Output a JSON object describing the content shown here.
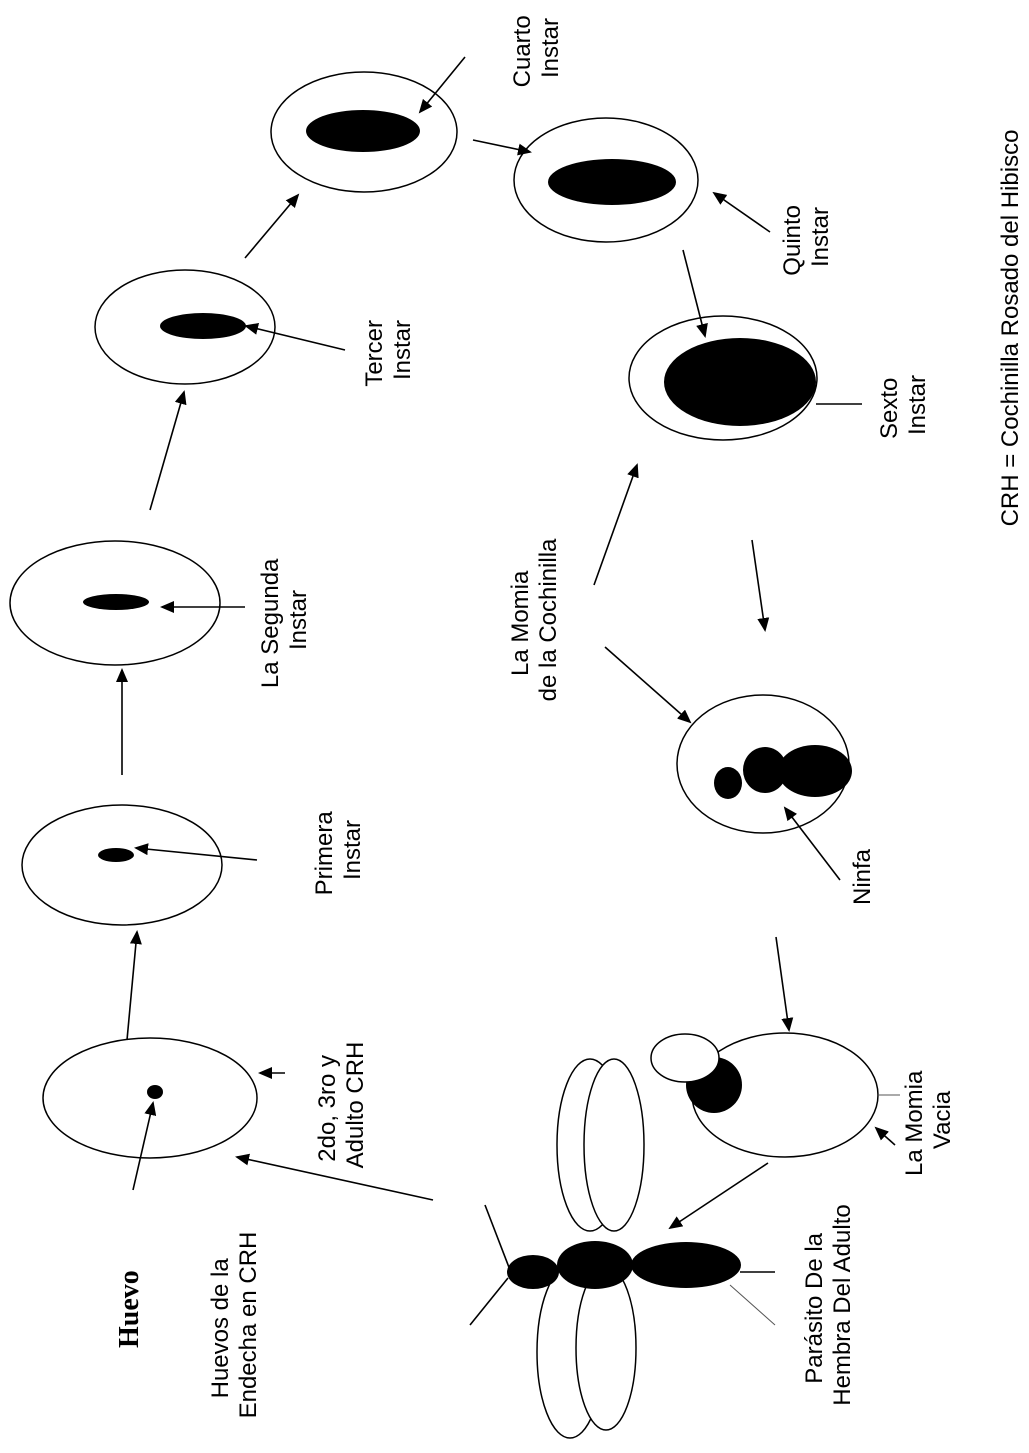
{
  "labels": {
    "huevo": "Huevo",
    "huevos_endecha": [
      "Huevos de la",
      "Endecha en CRH"
    ],
    "crh_stages": [
      "2do, 3ro y",
      "Adulto CRH"
    ],
    "primera": [
      "Primera",
      "Instar"
    ],
    "segunda": [
      "La Segunda",
      "Instar"
    ],
    "tercer": [
      "Tercer",
      "Instar"
    ],
    "cuarto": [
      "Cuarto",
      "Instar"
    ],
    "quinto": [
      "Quinto",
      "Instar"
    ],
    "sexto": [
      "Sexto",
      "Instar"
    ],
    "momia_cochinilla": [
      "La Momia",
      "de la Cochinilla"
    ],
    "ninfa": "Ninfa",
    "momia_vacia": [
      "La Momia",
      "Vacia"
    ],
    "parasito": [
      "Parásito De la",
      "Hembra Del Adulto"
    ],
    "legend": "CRH = Cochinilla Rosado del Hibisco"
  }
}
